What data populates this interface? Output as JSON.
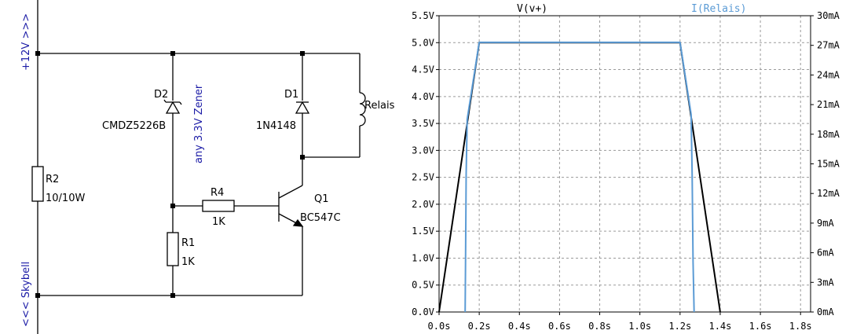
{
  "schematic": {
    "net_top": "+12V >>>",
    "net_bottom": "<<< Skybell",
    "D2": {
      "ref": "D2",
      "value": "CMDZ5226B",
      "note": "any 3.3V Zener"
    },
    "D1": {
      "ref": "D1",
      "value": "1N4148"
    },
    "relay": {
      "label": "Relais"
    },
    "R2": {
      "ref": "R2",
      "value": "10/10W"
    },
    "R4": {
      "ref": "R4",
      "value": "1K"
    },
    "R1": {
      "ref": "R1",
      "value": "1K"
    },
    "Q1": {
      "ref": "Q1",
      "value": "BC547C"
    }
  },
  "colors": {
    "grid": "#9a9a9a",
    "voltage_trace": "#000000",
    "current_trace": "#5b9bd5",
    "net_label": "#1a1aa6",
    "plot_bg": "#ffffff"
  },
  "chart_data": {
    "type": "line",
    "grid": true,
    "legend": "top",
    "x_ticks": [
      "0.0s",
      "0.2s",
      "0.4s",
      "0.6s",
      "0.8s",
      "1.0s",
      "1.2s",
      "1.4s",
      "1.6s",
      "1.8s"
    ],
    "y_left_ticks": [
      "0.0V",
      "0.5V",
      "1.0V",
      "1.5V",
      "2.0V",
      "2.5V",
      "3.0V",
      "3.5V",
      "4.0V",
      "4.5V",
      "5.0V",
      "5.5V"
    ],
    "y_right_ticks": [
      "0mA",
      "3mA",
      "6mA",
      "9mA",
      "12mA",
      "15mA",
      "18mA",
      "21mA",
      "24mA",
      "27mA",
      "30mA"
    ],
    "xlim": [
      0,
      1.85
    ],
    "ylim_left": [
      0,
      5.5
    ],
    "ylim_right": [
      0,
      30
    ],
    "series": [
      {
        "name": "V(v+)",
        "axis": "left",
        "x": [
          0,
          0.2,
          1.2,
          1.4
        ],
        "y": [
          0,
          5.0,
          5.0,
          0
        ]
      },
      {
        "name": "I(Relais)",
        "axis": "right",
        "x": [
          0.13,
          0.132,
          0.135,
          0.14,
          0.2,
          1.2,
          1.255,
          1.26,
          1.265,
          1.27
        ],
        "y": [
          0,
          5,
          14,
          19.5,
          27.3,
          27.3,
          20,
          14,
          5,
          0
        ]
      }
    ]
  }
}
